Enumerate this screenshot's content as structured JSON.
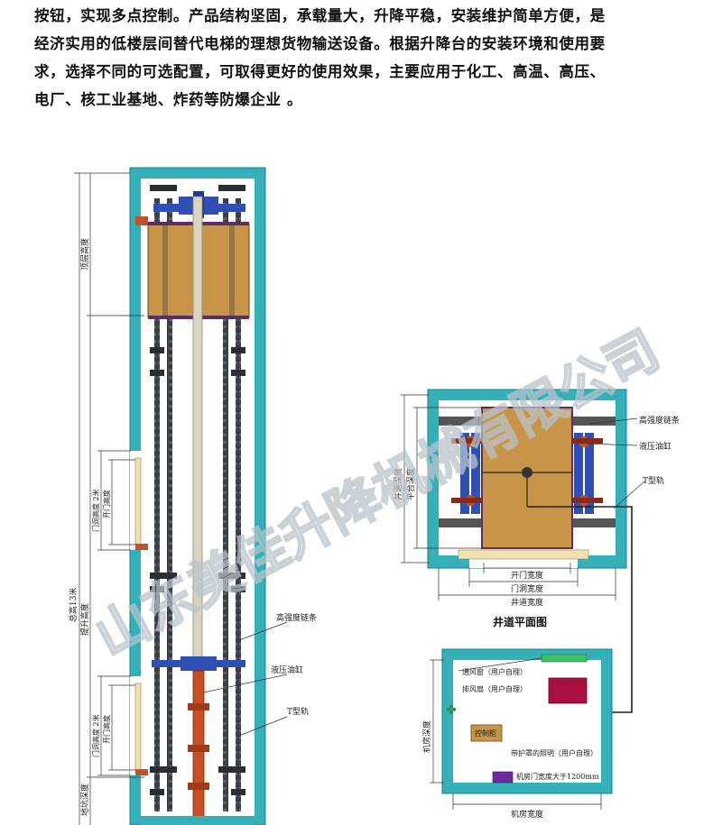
{
  "intro_lines": [
    "按钮，实现多点控制。产品结构坚固，承载量大，升降平稳，安装维护简单方便，是",
    "经济实用的低楼层间替代电梯的理想货物输送设备。根据升降台的安装环境和使用要",
    "求，选择不同的可选配置，可取得更好的使用效果，主要应用于化工、高温、高压、",
    "电厂、核工业基地、炸药等防爆企业   。"
  ],
  "elevation": {
    "dim_total": "总高13米",
    "dim_top": "顶层高度",
    "dim_lift": "提升高度",
    "dim_pit": "地坑深度",
    "door1_opening": "门洞高度 2米",
    "door1_height": "开门高度",
    "door2_opening": "门洞高度 2米",
    "door2_height": "开门高度",
    "label_chain": "高强度链条",
    "label_cylinder": "液压油缸",
    "label_rail": "T型轨"
  },
  "plan": {
    "dim_shaft_depth": "井道深度",
    "dim_platform_depth": "平台深度",
    "label_chain": "高强度链条",
    "label_cylinder": "液压油缸",
    "label_rail": "T型轨",
    "dim_door_width": "开门宽度",
    "dim_opening_width": "门洞宽度",
    "dim_shaft_width": "井道宽度",
    "caption": "井道平面图"
  },
  "machine_room": {
    "dim_depth": "机房深度",
    "vent": "通风窗（用户自理）",
    "fan": "排风扇（用户自理）",
    "control_cabinet": "控制柜",
    "lighting": "带护罩的照明（用户自理）",
    "door_note": "机房门宽度大于1200mm",
    "dim_width": "机房宽度"
  },
  "watermark": "山东美佳升降机械有限公司",
  "colors": {
    "wall": "#33b0b8",
    "platform": "#c89548",
    "chain": "#3a3f46",
    "beam": "#2f4fb5",
    "cylinder": "#c84e24",
    "panel": "#a81040"
  }
}
